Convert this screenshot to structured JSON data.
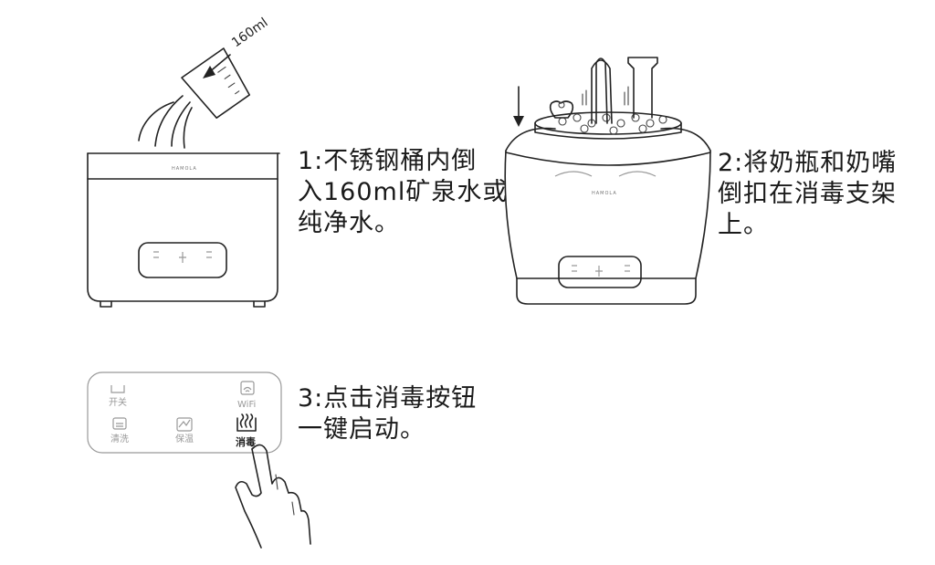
{
  "steps": [
    {
      "lines": [
        "1:不锈钢桶内倒",
        "入160ml矿泉水或",
        "纯净水。"
      ]
    },
    {
      "lines": [
        "2:将奶瓶和奶嘴",
        "倒扣在消毒支架",
        "上。"
      ]
    },
    {
      "lines": [
        "3:点击消毒按钮",
        "一键启动。"
      ]
    }
  ],
  "beaker_label": "160ml",
  "brand": "HAMOLA",
  "panel": {
    "power": "开关",
    "wifi": "WiFi",
    "clean": "清洗",
    "keepwarm": "保温",
    "sterilize": "消毒"
  }
}
